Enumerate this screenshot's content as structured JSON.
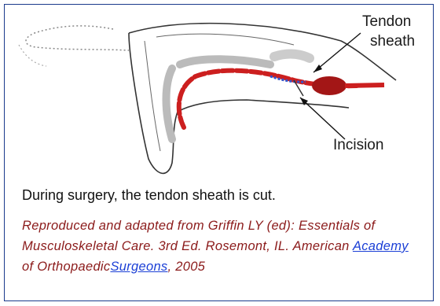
{
  "figure": {
    "label_tendon_sheath_line1": "Tendon",
    "label_tendon_sheath_line2": "sheath",
    "label_incision": "Incision"
  },
  "caption": "During surgery, the tendon sheath is cut.",
  "credit": {
    "text_1": "Reproduced and adapted from Griffin LY (ed): Essentials of Musculoskeletal Care. 3rd Ed. Rosemont, IL. American ",
    "link_1": "Academy",
    "text_2": " of Orthopaedic",
    "link_2": "Surgeons",
    "text_3": ", 2005"
  },
  "colors": {
    "border": "#1a3a8c",
    "credit_text": "#8b1a1a",
    "link": "#1b3fd6",
    "tendon": "#cc1f1f"
  }
}
